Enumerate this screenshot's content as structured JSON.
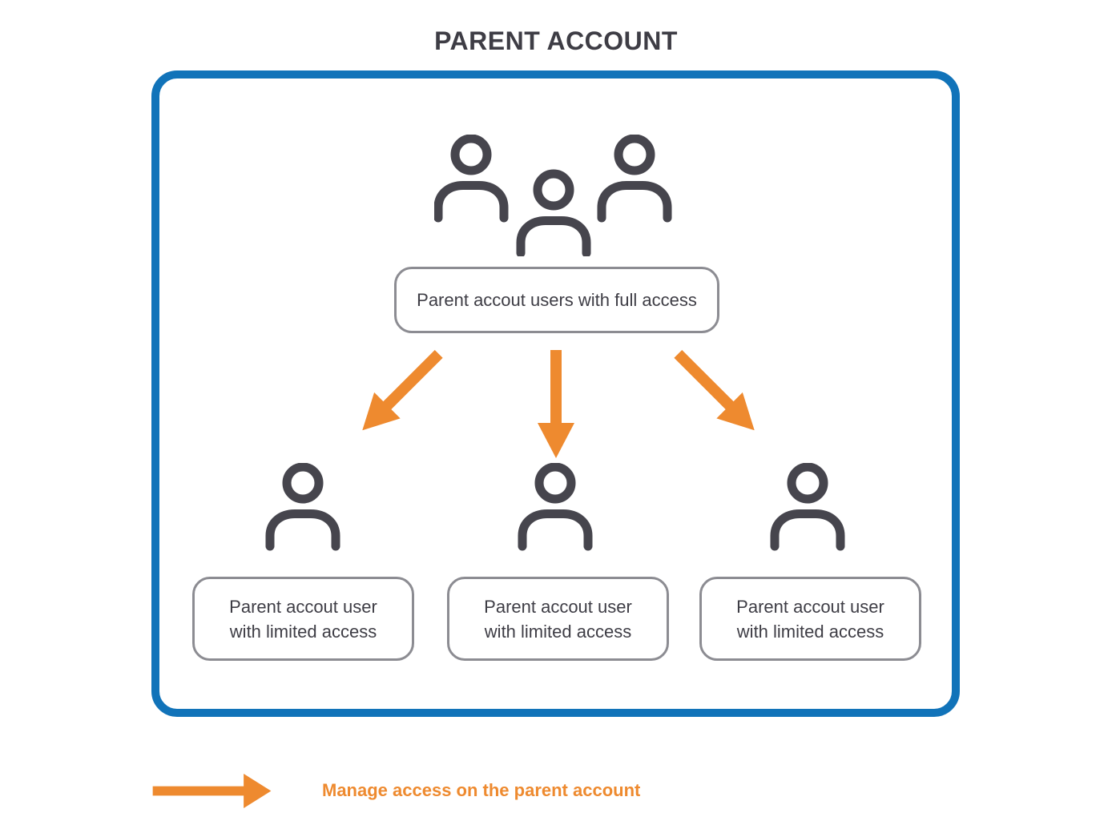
{
  "title": "PARENT ACCOUNT",
  "nodes": {
    "full_access_label": "Parent accout users with full access",
    "limited": [
      {
        "line1": "Parent accout user",
        "line2": "with limited access"
      },
      {
        "line1": "Parent accout user",
        "line2": "with limited access"
      },
      {
        "line1": "Parent accout user",
        "line2": "with limited access"
      }
    ]
  },
  "legend": {
    "label": "Manage access on the parent account"
  },
  "icons": {
    "group": "users-group-icon",
    "user": "user-icon",
    "branch_arrows": "manage-access-arrow",
    "legend_arrow": "manage-access-arrow"
  },
  "colors": {
    "frame_blue": "#1173b9",
    "arrow_orange": "#ee8a2f",
    "icon_dark": "#46454d",
    "box_border": "#8c8c92",
    "text_dark": "#3e3d45"
  }
}
